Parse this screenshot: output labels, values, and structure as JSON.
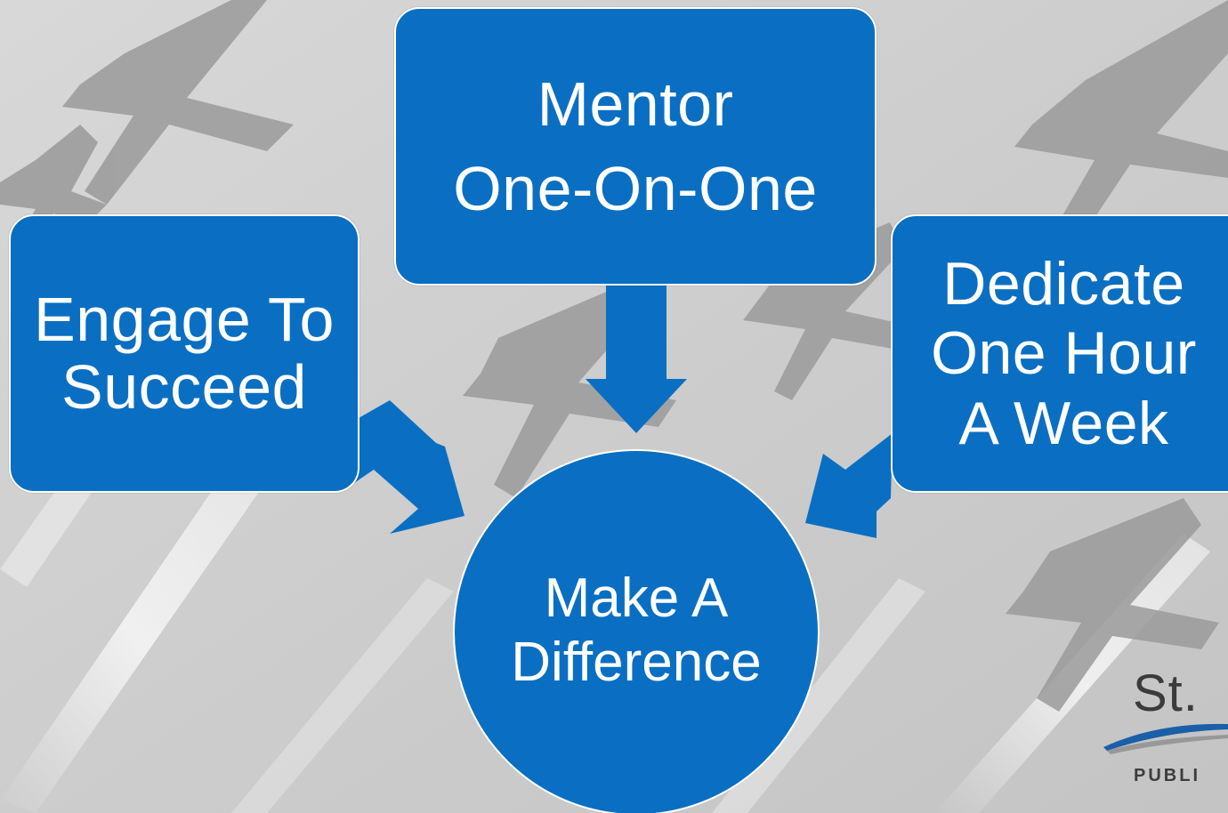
{
  "diagram": {
    "top_box": {
      "line1": "Mentor",
      "line2": "One-On-One"
    },
    "left_box": {
      "line1": "Engage To",
      "line2": "Succeed"
    },
    "right_box": {
      "line1": "Dedicate",
      "line2": "One Hour",
      "line3": "A Week"
    },
    "center_circle": {
      "line1": "Make A",
      "line2": "Difference"
    }
  },
  "logo": {
    "text_top": "St.",
    "text_bottom": "PUBLI"
  },
  "colors": {
    "box_fill": "#0a6fc2",
    "box_border": "#ffffff",
    "background": "#cfcfcf"
  }
}
